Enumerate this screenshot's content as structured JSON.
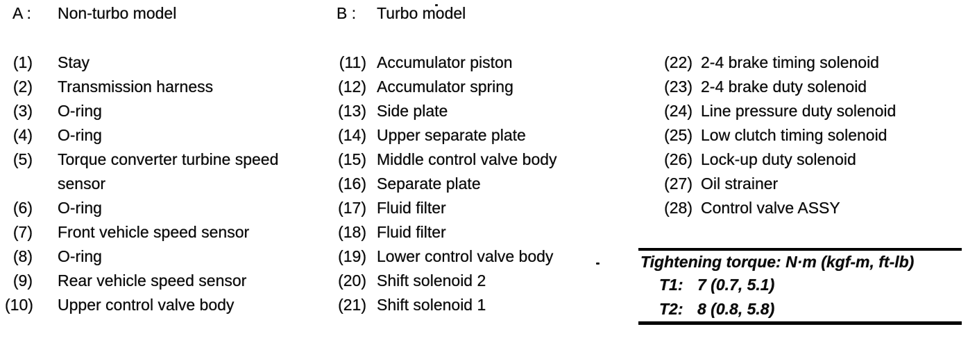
{
  "model_key": {
    "a_key": "A :",
    "a_label": "Non-turbo model",
    "b_key": "B :",
    "b_label": "Turbo model"
  },
  "parts_columns": [
    {
      "items": [
        {
          "num": "(1)",
          "label": "Stay"
        },
        {
          "num": "(2)",
          "label": "Transmission harness"
        },
        {
          "num": "(3)",
          "label": "O-ring"
        },
        {
          "num": "(4)",
          "label": "O-ring"
        },
        {
          "num": "(5)",
          "label": "Torque converter turbine speed sensor"
        },
        {
          "num": "(6)",
          "label": "O-ring"
        },
        {
          "num": "(7)",
          "label": "Front vehicle speed sensor"
        },
        {
          "num": "(8)",
          "label": "O-ring"
        },
        {
          "num": "(9)",
          "label": "Rear vehicle speed sensor"
        },
        {
          "num": "(10)",
          "label": "Upper control valve body"
        }
      ]
    },
    {
      "items": [
        {
          "num": "(11)",
          "label": "Accumulator piston"
        },
        {
          "num": "(12)",
          "label": "Accumulator spring"
        },
        {
          "num": "(13)",
          "label": "Side plate"
        },
        {
          "num": "(14)",
          "label": "Upper separate plate"
        },
        {
          "num": "(15)",
          "label": "Middle control valve body"
        },
        {
          "num": "(16)",
          "label": "Separate plate"
        },
        {
          "num": "(17)",
          "label": "Fluid filter"
        },
        {
          "num": "(18)",
          "label": "Fluid filter"
        },
        {
          "num": "(19)",
          "label": "Lower control valve body"
        },
        {
          "num": "(20)",
          "label": "Shift solenoid 2"
        },
        {
          "num": "(21)",
          "label": "Shift solenoid 1"
        }
      ]
    },
    {
      "items": [
        {
          "num": "(22)",
          "label": "2-4 brake timing solenoid"
        },
        {
          "num": "(23)",
          "label": "2-4 brake duty solenoid"
        },
        {
          "num": "(24)",
          "label": "Line pressure duty solenoid"
        },
        {
          "num": "(25)",
          "label": "Low clutch timing solenoid"
        },
        {
          "num": "(26)",
          "label": "Lock-up duty solenoid"
        },
        {
          "num": "(27)",
          "label": "Oil strainer"
        },
        {
          "num": "(28)",
          "label": "Control valve ASSY"
        }
      ]
    }
  ],
  "torque_table": {
    "title": "Tightening torque: N·m (kgf-m, ft-lb)",
    "rows": [
      {
        "key": "T1:",
        "value": "7 (0.7, 5.1)"
      },
      {
        "key": "T2:",
        "value": "8 (0.8, 5.8)"
      }
    ]
  }
}
